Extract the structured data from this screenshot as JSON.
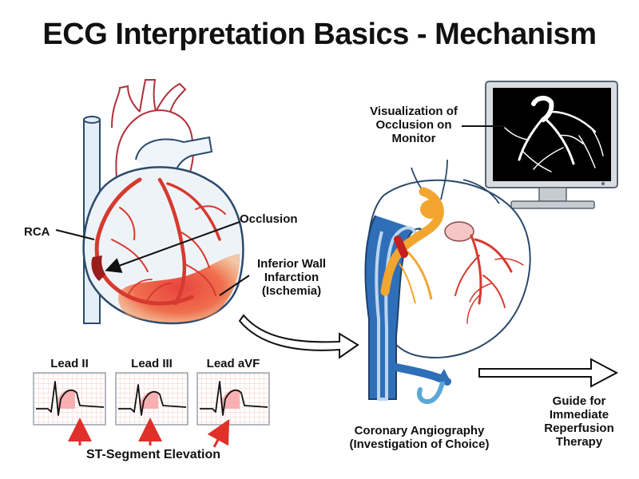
{
  "title": "ECG Interpretation Basics - Mechanism",
  "labels": {
    "rca": "RCA",
    "occlusion": "Occlusion",
    "infarct_line1": "Inferior Wall",
    "infarct_line2": "Infarction",
    "infarct_line3": "(Ischemia)",
    "monitor_line1": "Visualization of",
    "monitor_line2": "Occlusion on",
    "monitor_line3": "Monitor",
    "angio_line1": "Coronary Angiography",
    "angio_line2": "(Investigation of Choice)",
    "guide_line1": "Guide for",
    "guide_line2": "Immediate",
    "guide_line3": "Reperfusion",
    "guide_line4": "Therapy",
    "st_elevation": "ST-Segment Elevation"
  },
  "leads": [
    "Lead II",
    "Lead III",
    "Lead aVF"
  ],
  "colors": {
    "artery": "#d63a2f",
    "outline": "#2b4a6b",
    "infarct": "#e8452f",
    "catheter": "#2f6fb8",
    "dye": "#f2a630",
    "ecg_grid": "#f3b6b6",
    "ecg_fill": "#f7a3a3"
  }
}
